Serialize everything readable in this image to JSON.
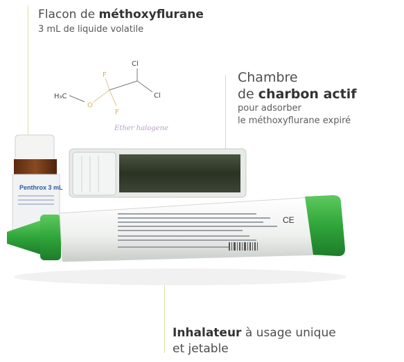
{
  "labels": {
    "flacon": {
      "line1_prefix": "Flacon de ",
      "line1_bold": "méthoxyflurane",
      "line2": "3 mL de liquide volatile"
    },
    "chambre": {
      "line1": "Chambre",
      "line2_prefix": "de ",
      "line2_bold": "charbon actif",
      "line3": "pour adsorber",
      "line4": "le méthoxyflurane expiré"
    },
    "inhalateur": {
      "line1_bold": "Inhalateur",
      "line1_rest": " à usage unique",
      "line2": "et jetable"
    }
  },
  "molecule": {
    "caption": "Ether halogene",
    "atoms": {
      "h3c": "H₃C",
      "o": "O",
      "f1": "F",
      "f2": "F",
      "cl_top": "Cl",
      "cl_right": "Cl"
    }
  },
  "product": {
    "vial_label": "Penthrox 3 mL",
    "ce_mark": "CE"
  },
  "colors": {
    "inhaler_green": "#2fa53a",
    "leader_line": "#d4e3a2",
    "vial_amber": "#7a3a17",
    "chamber_dark": "#2e3526"
  }
}
